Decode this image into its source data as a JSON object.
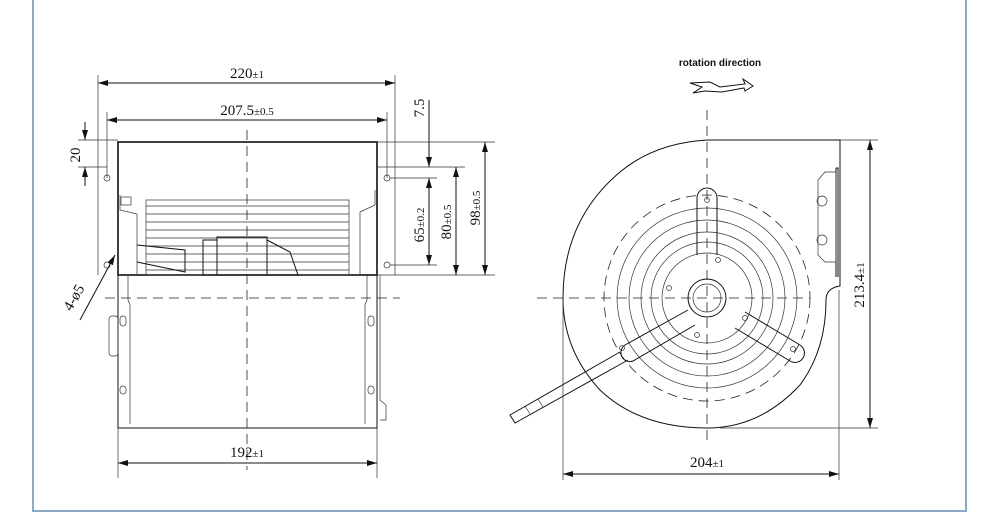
{
  "frame_color": "#8aaac8",
  "side_view": {
    "dims": {
      "overall_width": {
        "value": "220",
        "tol": "±1"
      },
      "hole_spacing": {
        "value": "207.5",
        "tol": "±0.5"
      },
      "top_offset": {
        "value": "20"
      },
      "hole_top_offset": {
        "value": "7.5"
      },
      "hole_vertical": {
        "value": "65",
        "tol": "±0.2"
      },
      "flange_height": {
        "value": "80",
        "tol": "±0.5"
      },
      "height": {
        "value": "98",
        "tol": "±0.5"
      },
      "holes": {
        "value": "4-ø5"
      },
      "bottom_width": {
        "value": "192",
        "tol": "±1"
      }
    }
  },
  "front_view": {
    "rotation_label": "rotation direction",
    "dims": {
      "height": {
        "value": "213.4",
        "tol": "±1"
      },
      "width": {
        "value": "204",
        "tol": "±1"
      }
    }
  }
}
